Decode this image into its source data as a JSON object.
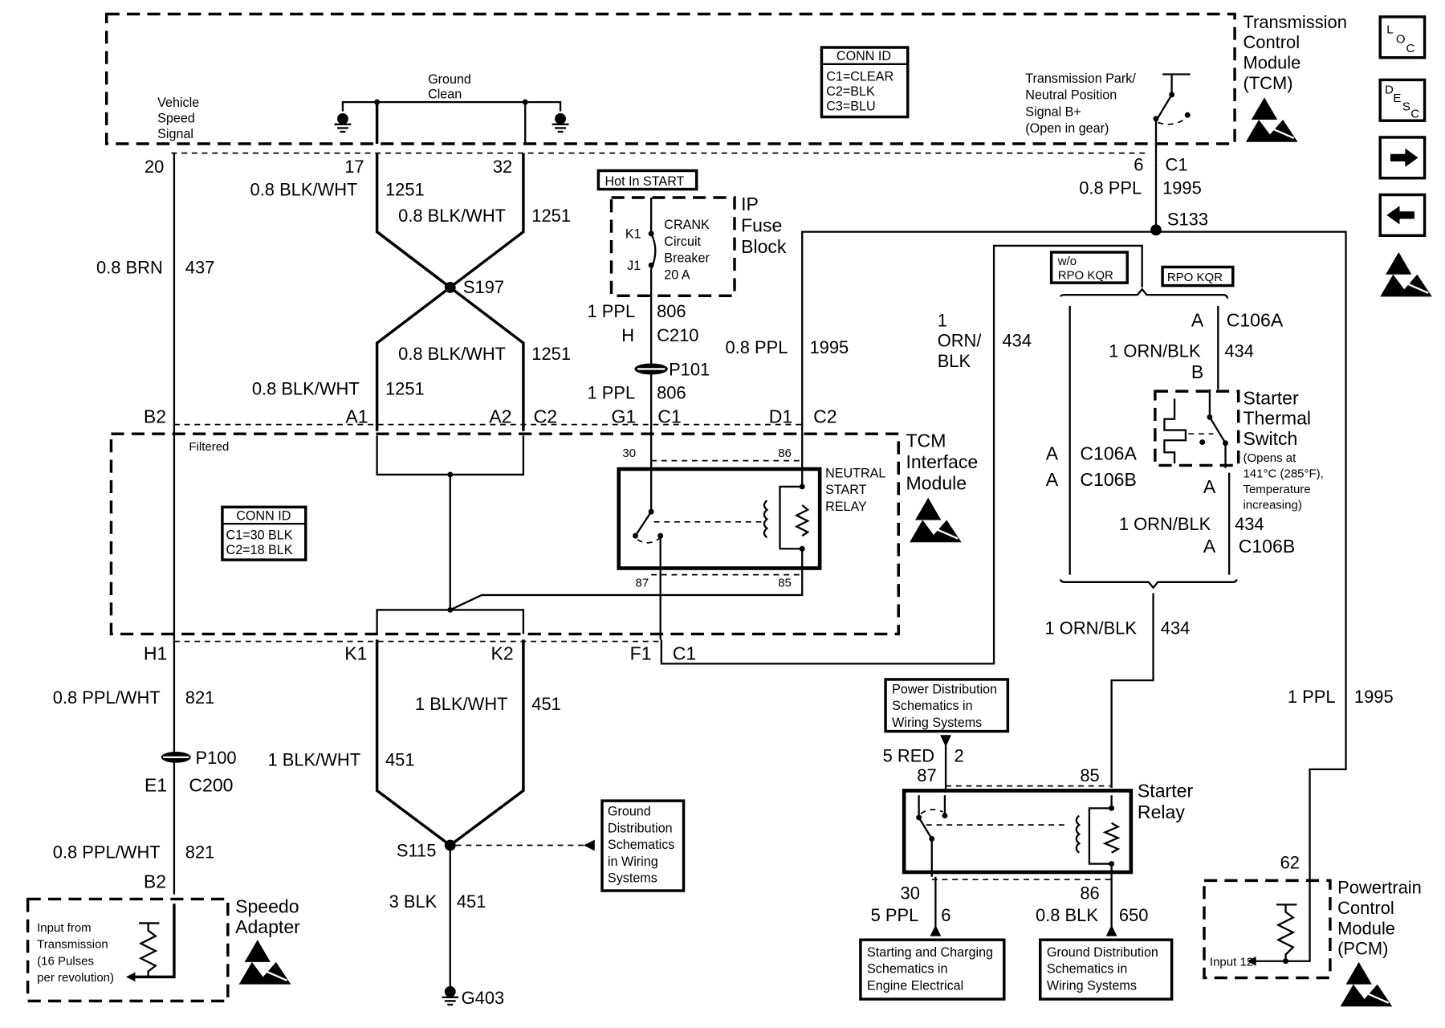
{
  "modules": {
    "tcm": {
      "title": [
        "Transmission",
        "Control",
        "Module",
        "(TCM)"
      ]
    },
    "tcm_interface": {
      "title": [
        "TCM",
        "Interface",
        "Module"
      ]
    },
    "ip_fuse_block": {
      "title": [
        "IP",
        "Fuse",
        "Block"
      ]
    },
    "speedo_adapter": {
      "title": [
        "Speedo",
        "Adapter"
      ]
    },
    "pcm": {
      "title": [
        "Powertrain",
        "Control",
        "Module",
        "(PCM)"
      ]
    },
    "starter_thermal_switch": {
      "title": [
        "Starter",
        "Thermal",
        "Switch"
      ],
      "note": [
        "(Opens at",
        "141°C (285°F),",
        "Temperature",
        "increasing)"
      ]
    },
    "starter_relay": {
      "title": [
        "Starter",
        "Relay"
      ]
    },
    "neutral_start_relay": {
      "title": [
        "NEUTRAL",
        "START",
        "RELAY"
      ]
    }
  },
  "tcm_internal": {
    "vehicle_speed_signal": [
      "Vehicle",
      "Speed",
      "Signal"
    ],
    "ground_clean": [
      "Ground",
      "Clean"
    ],
    "park_neutral": [
      "Transmission Park/",
      "Neutral Position",
      "Signal B+",
      "(Open in gear)"
    ],
    "conn_id": {
      "header": "CONN ID",
      "rows": [
        "C1=CLEAR",
        "C2=BLK",
        "C3=BLU"
      ]
    }
  },
  "tcm_interface_internal": {
    "filtered": "Filtered",
    "conn_id": {
      "header": "CONN ID",
      "rows": [
        "C1=30 BLK",
        "C2=18 BLK"
      ]
    },
    "relay_pins": {
      "p30": "30",
      "p86": "86",
      "p87": "87",
      "p85": "85"
    }
  },
  "fuse_block": {
    "hot_in": "Hot In START",
    "breaker": [
      "CRANK",
      "Circuit",
      "Breaker",
      "20 A"
    ],
    "k1": "K1",
    "j1": "J1"
  },
  "pins": {
    "tcm_20": "20",
    "tcm_17": "17",
    "tcm_32": "32",
    "tcm_6": "6",
    "tcm_c1": "C1",
    "b2_top": "B2",
    "a1": "A1",
    "a2": "A2",
    "c2_left": "C2",
    "g1": "G1",
    "c1_mid": "C1",
    "d1": "D1",
    "c2_right": "C2",
    "h1": "H1",
    "k1": "K1",
    "k2": "K2",
    "f1": "F1",
    "c1_bot": "C1",
    "e1": "E1",
    "c200": "C200",
    "b2_bottom": "B2",
    "h_c210": "H",
    "c210": "C210",
    "pcm_62": "62",
    "relay_87": "87",
    "relay_85": "85",
    "relay_30": "30",
    "relay_86": "86",
    "c106a_top_a": "A",
    "c106a_top": "C106A",
    "tsw_b": "B",
    "tsw_a": "A",
    "c106b_bot_a": "A",
    "c106b_bot": "C106B",
    "left_a1": "A",
    "left_c106a": "C106A",
    "left_a2": "A",
    "left_c106b": "C106B"
  },
  "splices": {
    "s197": "S197",
    "s133": "S133",
    "s115": "S115",
    "p101": "P101",
    "p100": "P100",
    "g403": "G403"
  },
  "wires": {
    "w437": {
      "color": "0.8 BRN",
      "circuit": "437"
    },
    "w1251_a": {
      "color": "0.8 BLK/WHT",
      "circuit": "1251"
    },
    "w1251_b": {
      "color": "0.8 BLK/WHT",
      "circuit": "1251"
    },
    "w1251_c": {
      "color": "0.8 BLK/WHT",
      "circuit": "1251"
    },
    "w1251_d": {
      "color": "0.8 BLK/WHT",
      "circuit": "1251"
    },
    "w806_a": {
      "color": "1 PPL",
      "circuit": "806"
    },
    "w806_b": {
      "color": "1 PPL",
      "circuit": "806"
    },
    "w1995_a": {
      "color": "0.8 PPL",
      "circuit": "1995"
    },
    "w1995_b": {
      "color": "0.8 PPL",
      "circuit": "1995"
    },
    "w1995_c": {
      "color": "1 PPL",
      "circuit": "1995"
    },
    "w434_a": {
      "color": [
        "1",
        "ORN/",
        "BLK"
      ],
      "circuit": "434"
    },
    "w434_b": {
      "color": "1 ORN/BLK",
      "circuit": "434"
    },
    "w434_c": {
      "color": "1 ORN/BLK",
      "circuit": "434"
    },
    "w434_d": {
      "color": "1 ORN/BLK",
      "circuit": "434"
    },
    "w821_a": {
      "color": "0.8 PPL/WHT",
      "circuit": "821"
    },
    "w821_b": {
      "color": "0.8 PPL/WHT",
      "circuit": "821"
    },
    "w451_a": {
      "color": "1 BLK/WHT",
      "circuit": "451"
    },
    "w451_b": {
      "color": "1 BLK/WHT",
      "circuit": "451"
    },
    "w451_c": {
      "color": "3 BLK",
      "circuit": "451"
    },
    "w2": {
      "color": "5 RED",
      "circuit": "2"
    },
    "w6": {
      "color": "5 PPL",
      "circuit": "6"
    },
    "w650": {
      "color": "0.8 BLK",
      "circuit": "650"
    }
  },
  "options": {
    "without_kqr": [
      "w/o",
      "RPO KQR"
    ],
    "with_kqr": "RPO KQR"
  },
  "references": {
    "ground_dist_left": [
      "Ground",
      "Distribution",
      "Schematics",
      "in Wiring",
      "Systems"
    ],
    "power_dist": [
      "Power Distribution",
      "Schematics in",
      "Wiring Systems"
    ],
    "starting_charging": [
      "Starting and Charging",
      "Schematics in",
      "Engine Electrical"
    ],
    "ground_dist_right": [
      "Ground Distribution",
      "Schematics in",
      "Wiring Systems"
    ]
  },
  "speedo": {
    "input": [
      "Input from",
      "Transmission",
      "(16 Pulses",
      "per revolution)"
    ]
  },
  "pcm_internal": {
    "input": "Input 12"
  },
  "nav": {
    "loc": {
      "a": "L",
      "b": "O",
      "c": "C"
    },
    "desc": {
      "a": "D",
      "b": "E",
      "c": "S",
      "d": "C"
    },
    "next_icon": "arrow-right",
    "prev_icon": "arrow-left"
  }
}
